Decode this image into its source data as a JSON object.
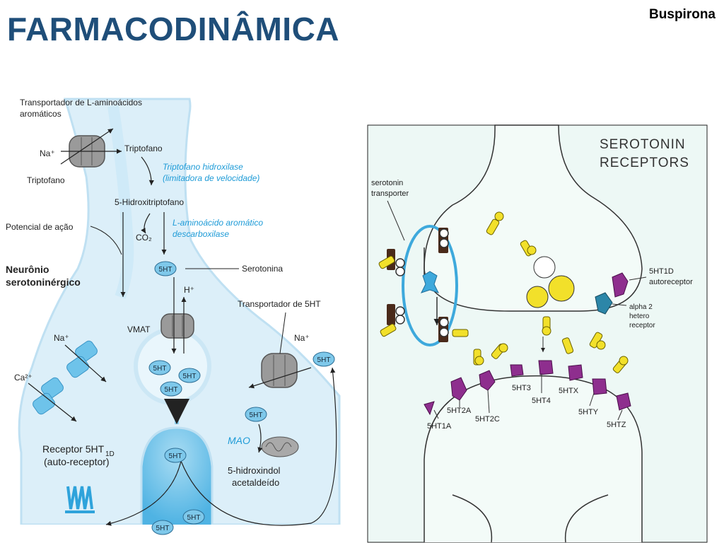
{
  "header": {
    "title": "FARMACODINÂMICA",
    "subtitle": "Buspirona"
  },
  "left_diagram": {
    "labels": {
      "transporter_aa_1": "Transportador de L-aminoácidos",
      "transporter_aa_2": "aromáticos",
      "na_top": "Na⁺",
      "tryptophan_in": "Triptofano",
      "tryptophan_out": "Triptofano",
      "enzyme1_1": "Triptofano hidroxilase",
      "enzyme1_2": "(limitadora de velocidade)",
      "hydroxy_trp": "5-Hidroxitriptofano",
      "action_potential": "Potencial de ação",
      "co2": "CO₂",
      "enzyme2_1": "L-aminoácido aromático",
      "enzyme2_2": "descarboxilase",
      "neuron_1": "Neurônio",
      "neuron_2": "serotoninérgico",
      "serotonin": "Serotonina",
      "h_plus": "H⁺",
      "transporter_5ht": "Transportador de 5HT",
      "vmat": "VMAT",
      "na_left": "Na⁺",
      "na_right": "Na⁺",
      "ca": "Ca²⁺",
      "receptor_1": "Receptor 5HT",
      "receptor_sub": "1D",
      "receptor_2": "(auto-receptor)",
      "mao": "MAO",
      "product_1": "5-hidroxindol",
      "product_2": "acetaldeído",
      "molecule": "5HT"
    }
  },
  "right_diagram": {
    "title_1": "SEROTONIN",
    "title_2": "RECEPTORS",
    "serotonin_transporter_1": "serotonin",
    "serotonin_transporter_2": "transporter",
    "autoreceptor_1": "5HT1D",
    "autoreceptor_2": "autoreceptor",
    "hetero_1": "alpha 2",
    "hetero_2": "hetero",
    "hetero_3": "receptor",
    "receptors": [
      "5HT1A",
      "5HT2A",
      "5HT2C",
      "5HT3",
      "5HT4",
      "5HTX",
      "5HTY",
      "5HTZ"
    ]
  },
  "colors": {
    "title": "#1F4E79",
    "neuron_fill": "#DCEFF9",
    "molecule": "#7EC8EA",
    "enzyme_text": "#1E9BD7",
    "receptor_purple": "#8E2E8E",
    "serotonin_yellow": "#F2E02A",
    "right_bg": "#EDF8F5"
  }
}
